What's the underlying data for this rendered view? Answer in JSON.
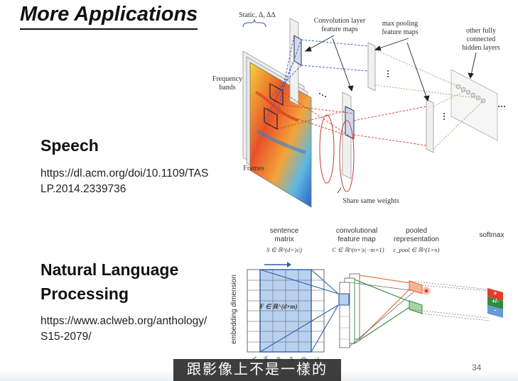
{
  "slide": {
    "title": "More Applications",
    "page_number": "34"
  },
  "speech": {
    "heading": "Speech",
    "link": "https://dl.acm.org/doi/10.1109/TASLP.2014.2339736",
    "figure": {
      "static_label": "Static, Δ, ΔΔ",
      "conv_label": "Convolution layer feature maps",
      "maxpool_label": "max pooling feature maps",
      "fc_label": "other fully connected hidden layers",
      "freq_label": "Frequency bands",
      "frames_label": "Frames",
      "share_label": "Share same weights"
    }
  },
  "nlp": {
    "heading_line1": "Natural Language",
    "heading_line2": "Processing",
    "link": "https://www.aclweb.org/anthology/S15-2079/",
    "figure": {
      "sentence_label_1": "sentence",
      "sentence_label_2": "matrix",
      "sentence_formula": "S ∈ ℝ^(d×|s|)",
      "conv_label_1": "convolutional",
      "conv_label_2": "feature map",
      "conv_formula": "C ∈ ℝ^(n×|s|−m+1)",
      "pooled_label_1": "pooled",
      "pooled_label_2": "representation",
      "pooled_formula": "c_pool ∈ ℝ^(1×n)",
      "softmax_label": "softmax",
      "embedding_label": "embedding dimension",
      "filter_formula": "F ∈ ℝ^(d×m)",
      "class_pos": "+",
      "class_neu": "+/-",
      "class_neg": "-",
      "colors": {
        "pos": "#e53b2c",
        "neu": "#2e8b3e",
        "neg": "#6a9ad8"
      }
    }
  },
  "subtitle": "跟影像上不是一樣的"
}
